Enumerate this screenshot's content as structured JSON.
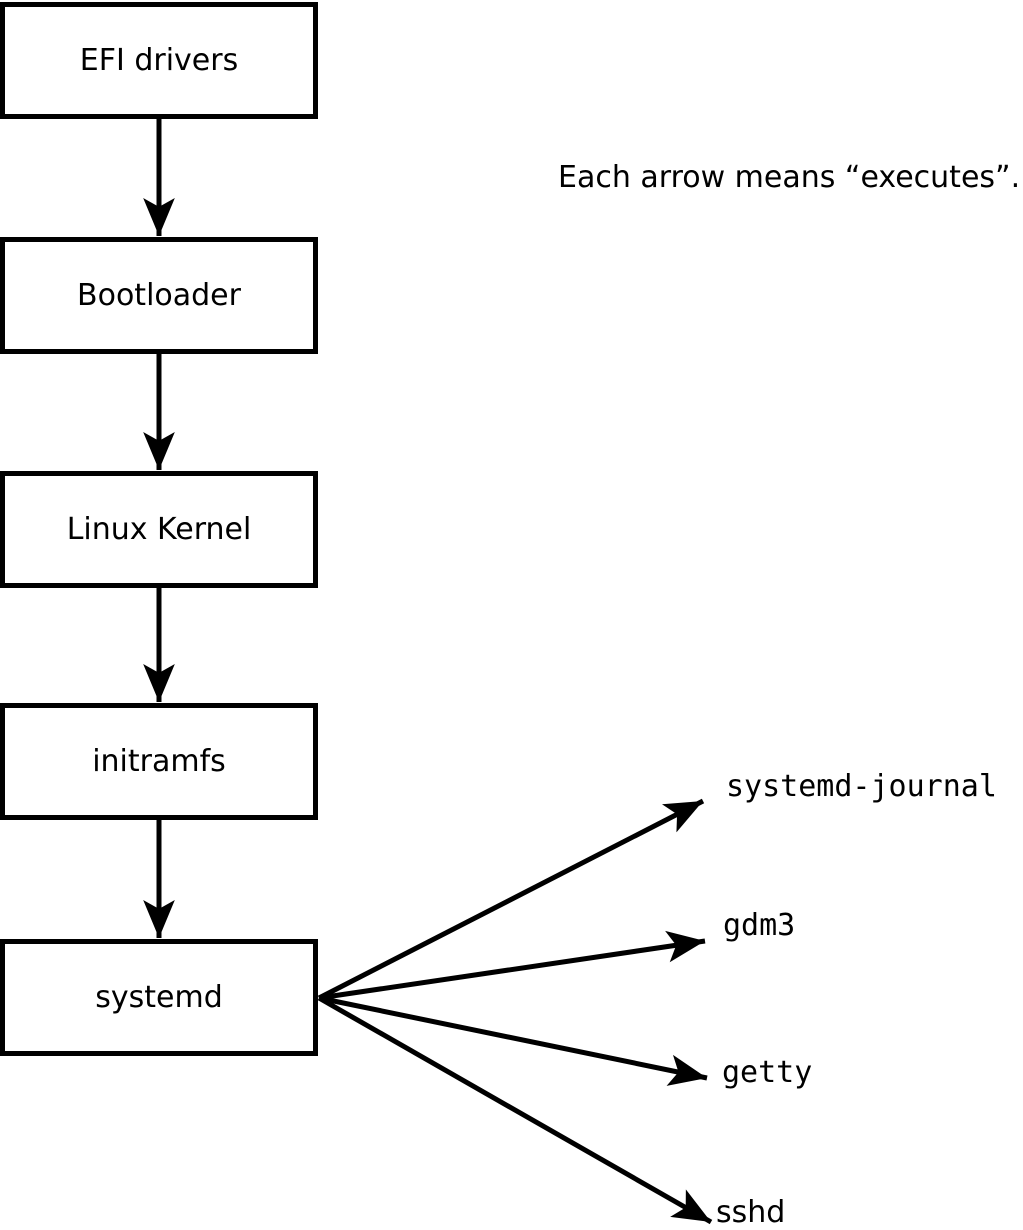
{
  "diagram": {
    "note": "Each arrow means “executes”.",
    "chain": [
      {
        "label": "EFI drivers"
      },
      {
        "label": "Bootloader"
      },
      {
        "label": "Linux Kernel"
      },
      {
        "label": "initramfs"
      },
      {
        "label": "systemd"
      }
    ],
    "spawned": [
      {
        "label": "systemd-journal"
      },
      {
        "label": "gdm3"
      },
      {
        "label": "getty"
      },
      {
        "label": "sshd"
      }
    ],
    "colors": {
      "line": "#000000",
      "box_border": "#000000",
      "box_fill": "#ffffff",
      "background": "#ffffff",
      "text": "#000000"
    }
  }
}
